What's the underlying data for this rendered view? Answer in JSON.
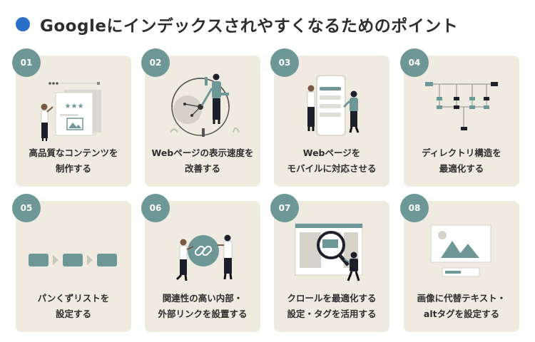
{
  "header": {
    "title": "Googleにインデックスされやすくなるためのポイント",
    "accent_color": "#2a6fc9"
  },
  "theme": {
    "card_bg": "#efebe1",
    "badge_bg": "#6e9898",
    "illustration_teal": "#6e9898",
    "text_color": "#2e2e2e"
  },
  "cards": [
    {
      "number": "01",
      "line1": "高品質なコンテンツを",
      "line2": "制作する",
      "icon": "document-rating-illustration"
    },
    {
      "number": "02",
      "line1": "Webページの表示速度を",
      "line2": "改善する",
      "icon": "speedometer-illustration"
    },
    {
      "number": "03",
      "line1": "Webページを",
      "line2": "モバイルに対応させる",
      "icon": "mobile-phone-illustration"
    },
    {
      "number": "04",
      "line1": "ディレクトリ構造を",
      "line2": "最適化する",
      "icon": "tree-structure-illustration"
    },
    {
      "number": "05",
      "line1": "パンくずリストを",
      "line2": "設定する",
      "icon": "breadcrumb-illustration"
    },
    {
      "number": "06",
      "line1": "関連性の高い内部・",
      "line2": "外部リンクを設置する",
      "icon": "link-illustration"
    },
    {
      "number": "07",
      "line1": "クロールを最適化する",
      "line2": "設定・タグを活用する",
      "icon": "magnifier-illustration"
    },
    {
      "number": "08",
      "line1": "画像に代替テキスト・",
      "line2": "altタグを設定する",
      "icon": "image-alt-illustration"
    }
  ]
}
